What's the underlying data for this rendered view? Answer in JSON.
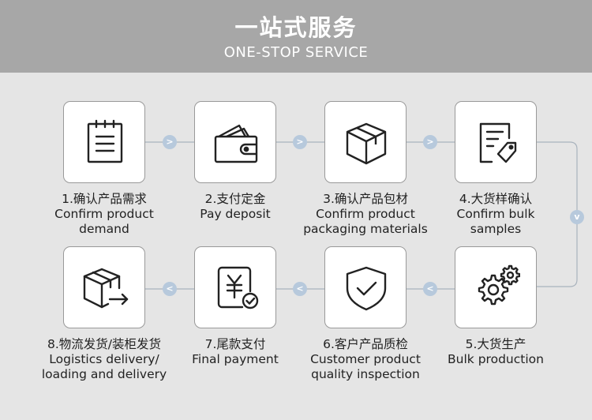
{
  "header": {
    "title_cn": "一站式服务",
    "title_en": "ONE-STOP SERVICE"
  },
  "steps": [
    {
      "cn": "1.确认产品需求",
      "en": [
        "Confirm product",
        "demand"
      ],
      "icon": "clipboard-icon"
    },
    {
      "cn": "2.支付定金",
      "en": [
        "Pay deposit"
      ],
      "icon": "wallet-icon"
    },
    {
      "cn": "3.确认产品包材",
      "en": [
        "Confirm product",
        "packaging materials"
      ],
      "icon": "box-icon"
    },
    {
      "cn": "4.大货样确认",
      "en": [
        "Confirm bulk",
        "samples"
      ],
      "icon": "document-tag-icon"
    },
    {
      "cn": "5.大货生产",
      "en": [
        "Bulk production"
      ],
      "icon": "gears-icon"
    },
    {
      "cn": "6.客户产品质检",
      "en": [
        "Customer product",
        "quality inspection"
      ],
      "icon": "shield-check-icon"
    },
    {
      "cn": "7.尾款支付",
      "en": [
        "Final payment"
      ],
      "icon": "yen-receipt-icon"
    },
    {
      "cn": "8.物流发货/装柜发货",
      "en": [
        "Logistics delivery/",
        "loading and delivery"
      ],
      "icon": "box-shipping-icon"
    }
  ],
  "colors": {
    "header_bg": "#a7a7a7",
    "page_bg": "#e5e5e5",
    "arrow": "#b7c9dc"
  }
}
